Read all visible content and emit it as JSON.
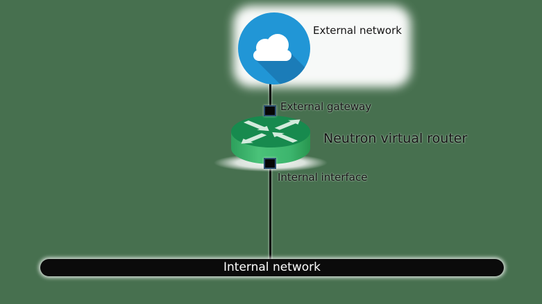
{
  "diagram": {
    "background_color": "#47704f",
    "nodes": {
      "external_network": {
        "label": "External network",
        "icon": "cloud-icon",
        "circle_color": "#2196d6",
        "shadow_color": "#1b7cb8",
        "cloud_color": "#ffffff"
      },
      "external_gateway": {
        "label": "External gateway",
        "icon": "port-square-icon",
        "color": "#060606",
        "border_color": "#2b4d6e"
      },
      "router": {
        "label": "Neutron virtual router",
        "icon": "router-icon",
        "top_color": "#178a4e",
        "side_color": "#3fba70",
        "arrow_color": "#d2ebdc"
      },
      "internal_interface": {
        "label": "Internal interface",
        "icon": "port-square-icon",
        "color": "#060606",
        "border_color": "#2b4d6e"
      },
      "internal_network": {
        "label": "Internal network",
        "shape": "bar",
        "color": "#0b0b0b",
        "text_color": "#ffffff"
      }
    },
    "edges": [
      {
        "from": "external_network",
        "to": "external_gateway"
      },
      {
        "from": "external_gateway",
        "to": "router"
      },
      {
        "from": "router",
        "to": "internal_interface"
      },
      {
        "from": "internal_interface",
        "to": "internal_network"
      }
    ],
    "connector_color": "#0d0d0d"
  }
}
